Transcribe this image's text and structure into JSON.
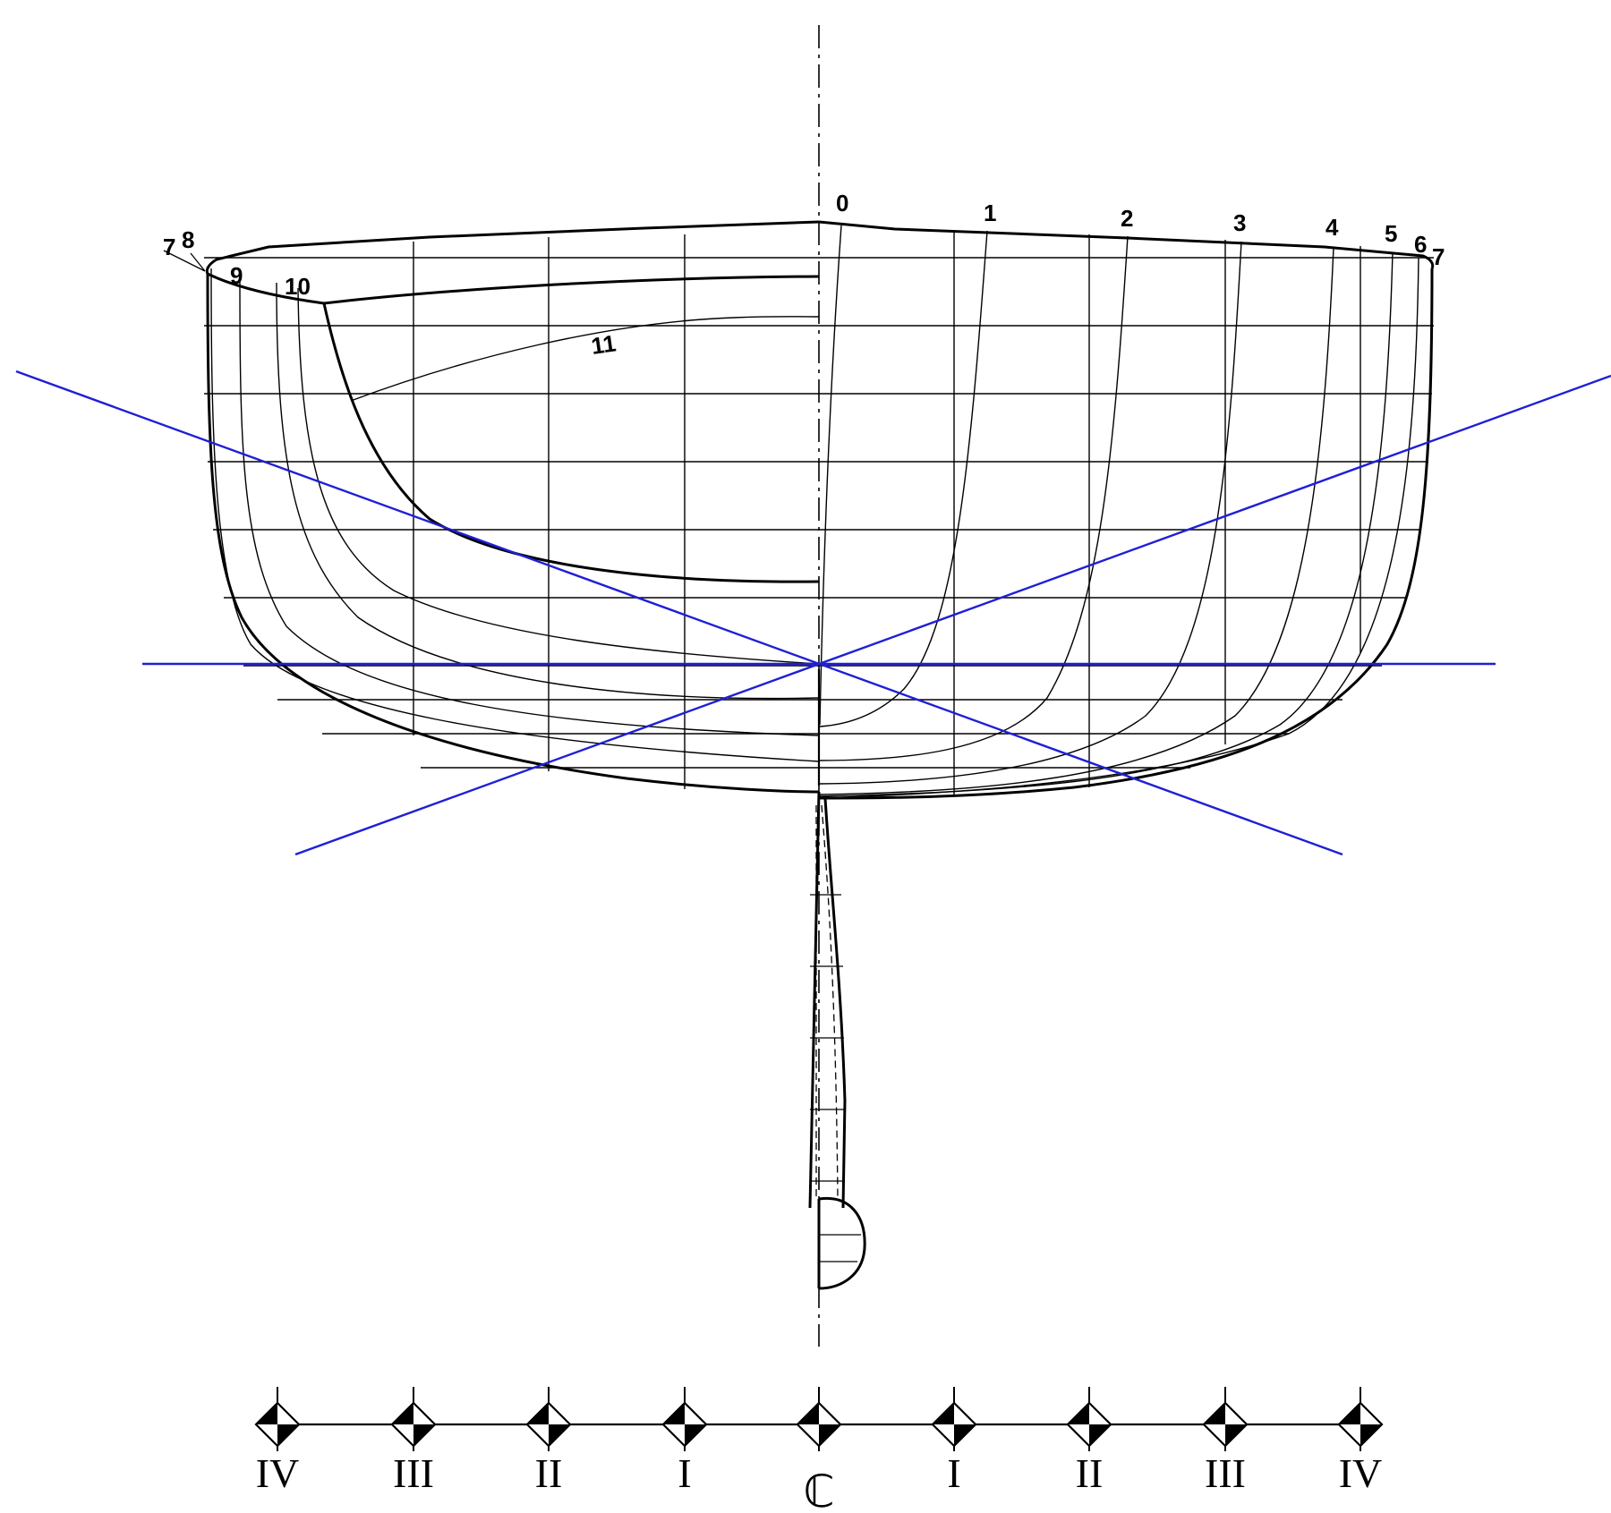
{
  "station_numbers_starboard": [
    "0",
    "1",
    "2",
    "3",
    "4",
    "5",
    "6",
    "7"
  ],
  "station_numbers_port": [
    "7",
    "8",
    "9",
    "10",
    "11"
  ],
  "buttock_labels": [
    "IV",
    "III",
    "II",
    "I",
    "ℂ",
    "I",
    "II",
    "III",
    "IV"
  ],
  "colors": {
    "lines": "#000000",
    "diagonals": "#1f1fd6",
    "background": "#ffffff"
  },
  "icons": {
    "buttock_marker": "half-filled-diamond-marker"
  }
}
